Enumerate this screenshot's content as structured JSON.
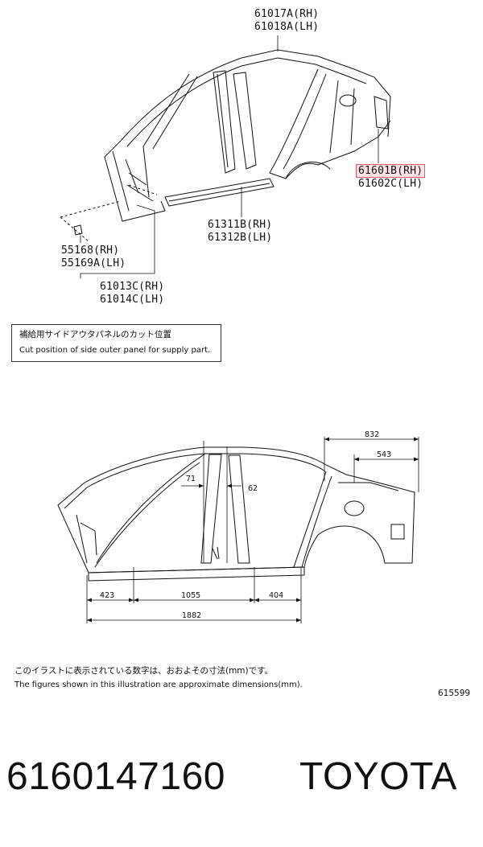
{
  "upper_labels": {
    "p61017": {
      "rh": "61017A(RH)",
      "lh": "61018A(LH)"
    },
    "p61601": {
      "rh": "61601B(RH)",
      "lh": "61602C(LH)"
    },
    "p61311": {
      "rh": "61311B(RH)",
      "lh": "61312B(LH)"
    },
    "p55168": {
      "rh": "55168(RH)",
      "lh": "55169A(LH)"
    },
    "p61013": {
      "rh": "61013C(RH)",
      "lh": "61014C(LH)"
    }
  },
  "cut_note": {
    "jp": "補給用サイドアウタパネルのカット位置",
    "en": "Cut position of side outer panel for supply part."
  },
  "dimensions": {
    "d832": "832",
    "d543": "543",
    "d71": "71",
    "d62": "62",
    "d423": "423",
    "d1055": "1055",
    "d404": "404",
    "d1882": "1882"
  },
  "footnote": {
    "jp": "このイラストに表示されている数字は、おおよその寸法(mm)です。",
    "en": "The figures shown in this illustration are approximate dimensions(mm)."
  },
  "ref_number": "615599",
  "part_number": "6160147160",
  "brand": "TOYOTA",
  "colors": {
    "highlight_border": "#e05a6b",
    "highlight_fill": "#fbe3e6"
  }
}
